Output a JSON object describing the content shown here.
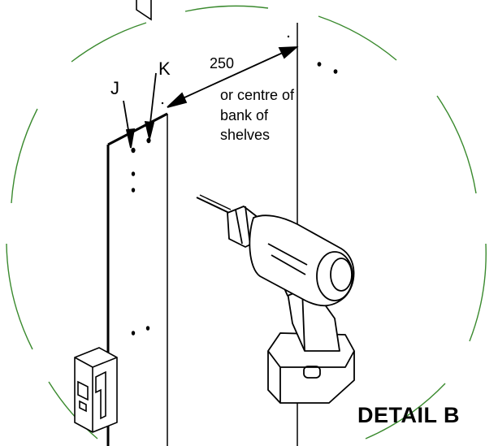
{
  "labels": {
    "j": "J",
    "k": "K",
    "dimension_value": "250",
    "dimension_note_line1": "or centre of",
    "dimension_note_line2": "bank of",
    "dimension_note_line3": "shelves",
    "detail_title": "DETAIL B"
  },
  "colors": {
    "outline": "#000000",
    "detail_circle": "#3a8a2e",
    "drill_fill": "#ffffff"
  }
}
